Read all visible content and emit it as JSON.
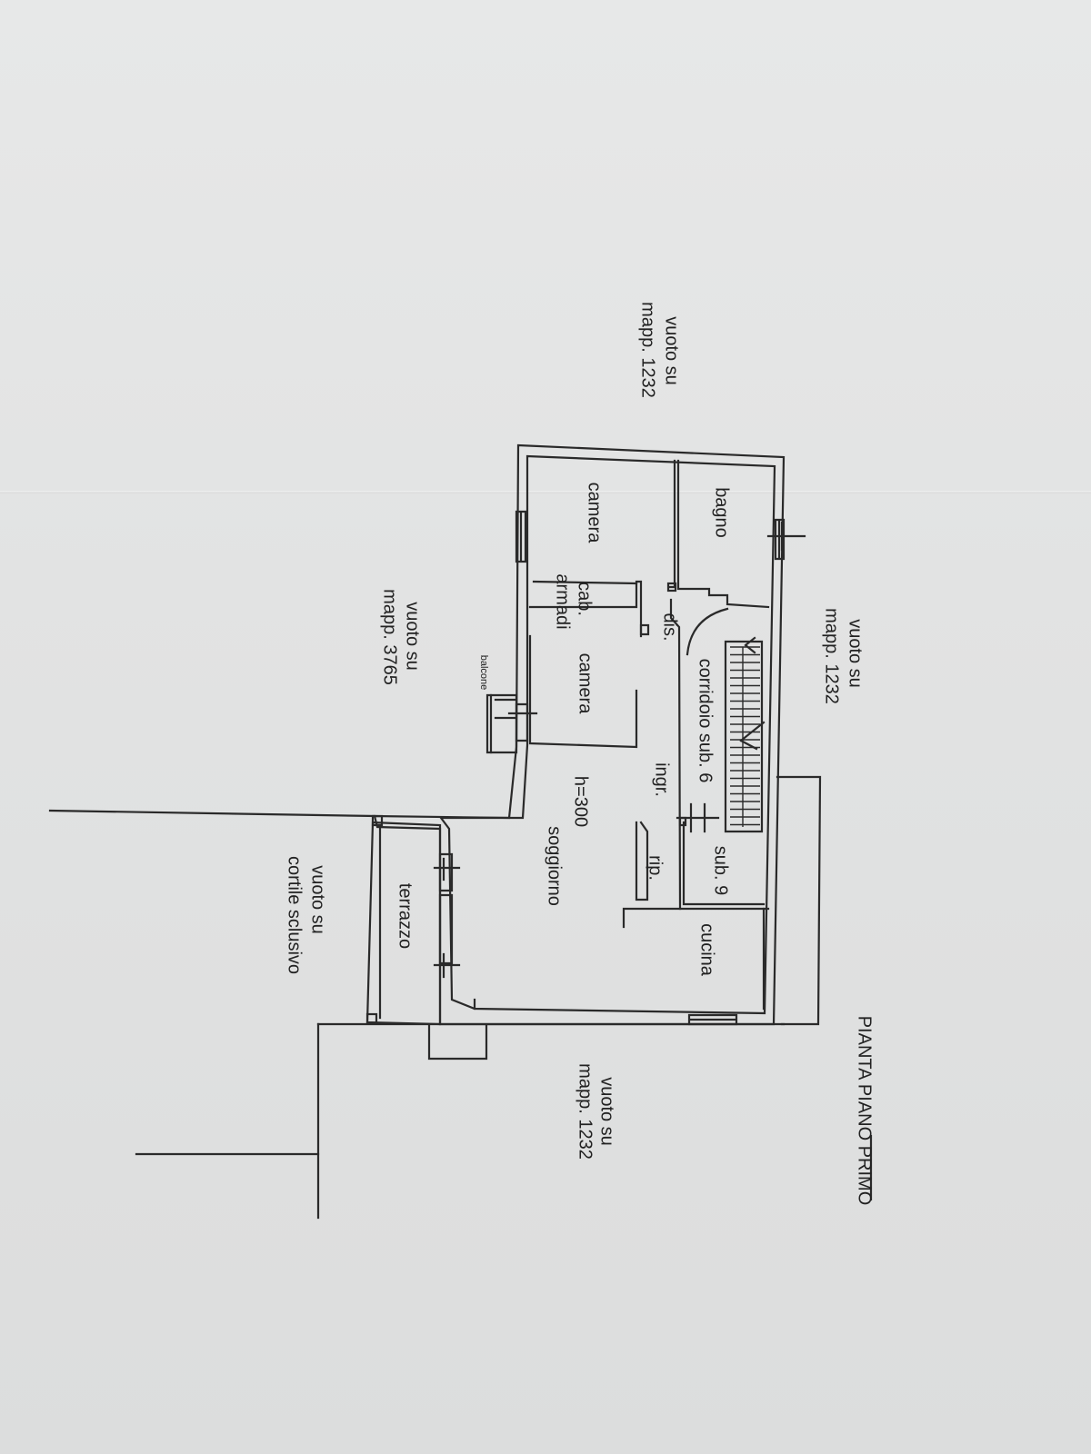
{
  "drawing": {
    "title": "PIANTA PIANO PRIMO",
    "rooms": {
      "bagno": "bagno",
      "camera_1": "camera",
      "cab": "cab.",
      "armadi": "armadi",
      "dis": "dis.",
      "camera_2": "camera",
      "corridoio": "corridoio sub. 6",
      "ingr": "ingr.",
      "h": "h=300",
      "soggiorno": "soggiorno",
      "rip": "rip.",
      "sub9": "sub. 9",
      "cucina": "cucina",
      "terrazzo": "terrazzo",
      "balcone": "balcone"
    },
    "surroundings": {
      "top_left": [
        "vuoto su",
        "mapp. 1232"
      ],
      "top_center": [
        "vuoto su",
        "mapp. 1232"
      ],
      "mid_left": [
        "vuoto su",
        "mapp. 3765"
      ],
      "bottom_center": [
        "vuoto su",
        "cortile sclusivo"
      ],
      "right": [
        "vuoto su",
        "mapp. 1232"
      ]
    }
  }
}
